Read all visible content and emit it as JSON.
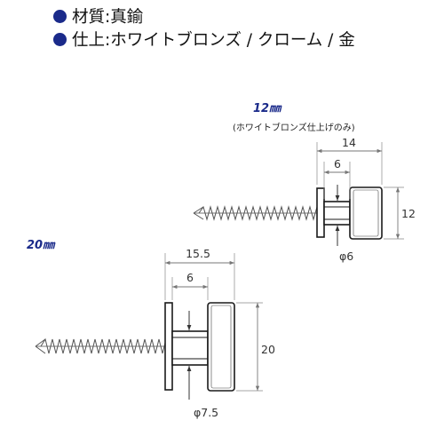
{
  "specs": {
    "material": "材質:真鍮",
    "finish": "仕上:ホワイトブロンズ / クローム / 金",
    "bullet_color": "#1a2a8a"
  },
  "small": {
    "size_label": "12㎜",
    "note": "(ホワイトブロンズ仕上げのみ)",
    "dim_width": "14",
    "dim_gap": "6",
    "dim_height": "12",
    "dim_diameter": "φ6"
  },
  "large": {
    "size_label": "20㎜",
    "dim_width": "15.5",
    "dim_gap": "6",
    "dim_height": "20",
    "dim_diameter": "φ7.5"
  }
}
